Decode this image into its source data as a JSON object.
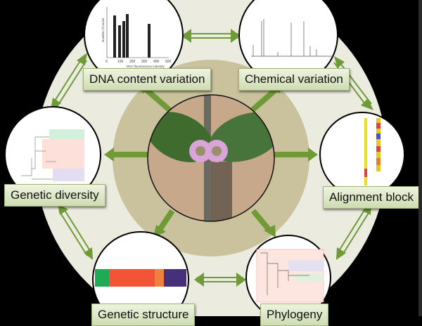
{
  "colors": {
    "background": "#000000",
    "outer_ring": "#ecebe0",
    "inner_ring": "#c9c29d",
    "arrow": "#6f9a35",
    "label_bg": "#dfe8c8"
  },
  "center": {
    "image": "lantana-plant-photo"
  },
  "nodes": [
    {
      "id": "dna",
      "label": "DNA content variation",
      "thumbnail": "histogram"
    },
    {
      "id": "chem",
      "label": "Chemical variation",
      "thumbnail": "chromatogram"
    },
    {
      "id": "align",
      "label": "Alignment block",
      "thumbnail": "alignment"
    },
    {
      "id": "phylo",
      "label": "Phylogeny",
      "thumbnail": "tree"
    },
    {
      "id": "struct",
      "label": "Genetic structure",
      "thumbnail": "structure-bar"
    },
    {
      "id": "div",
      "label": "Genetic diversity",
      "thumbnail": "dendrogram"
    }
  ],
  "histogram": {
    "ylabel": "Number of nuclei",
    "xlabel": "DNA fluorescence intensity",
    "ticks": [
      "0",
      "100",
      "200",
      "300",
      "400",
      "500"
    ]
  }
}
